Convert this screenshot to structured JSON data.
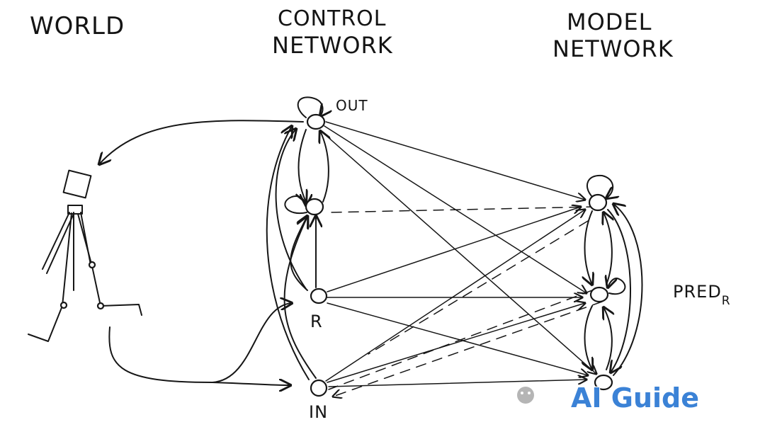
{
  "headers": {
    "world": "WORLD",
    "control_line1": "CONTROL",
    "control_line2": "NETWORK",
    "model_line1": "MODEL",
    "model_line2": "NETWORK"
  },
  "node_labels": {
    "out": "OUT",
    "r": "R",
    "in": "IN",
    "pred": "PRED",
    "pred_sub": "R"
  },
  "watermark": {
    "text": "AI Guide",
    "color": "#3b82d6"
  }
}
